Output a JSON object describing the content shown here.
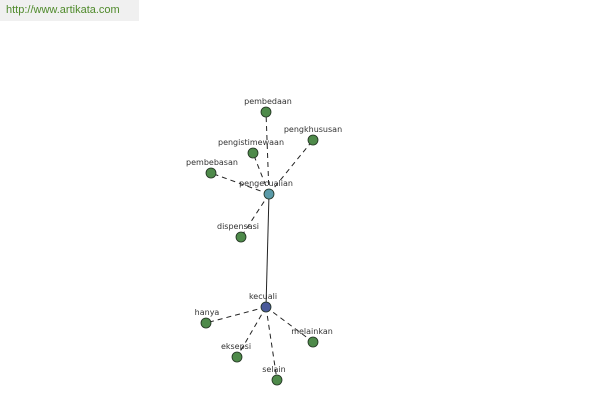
{
  "banner": {
    "url_text": "http://www.artikata.com"
  },
  "colors": {
    "leaf_fill": "#4e8a4a",
    "hub_primary_fill": "#4a5a9a",
    "hub_secondary_fill": "#5a9aa8",
    "node_stroke": "#1f2f1f",
    "edge": "#222222",
    "label": "#333333",
    "url_text": "#4f8a2b"
  },
  "graph": {
    "nodes": [
      {
        "id": "kecuali",
        "label": "kecuali",
        "kind": "hub-primary"
      },
      {
        "id": "pengecualian",
        "label": "pengecualian",
        "kind": "hub-secondary"
      },
      {
        "id": "pembedaan",
        "label": "pembedaan",
        "kind": "leaf"
      },
      {
        "id": "pengkhususan",
        "label": "pengkhususan",
        "kind": "leaf"
      },
      {
        "id": "pengistimewaan",
        "label": "pengistimewaan",
        "kind": "leaf"
      },
      {
        "id": "pembebasan",
        "label": "pembebasan",
        "kind": "leaf"
      },
      {
        "id": "dispensasi",
        "label": "dispensasi",
        "kind": "leaf"
      },
      {
        "id": "hanya",
        "label": "hanya",
        "kind": "leaf"
      },
      {
        "id": "melainkan",
        "label": "melainkan",
        "kind": "leaf"
      },
      {
        "id": "eksepsi",
        "label": "eksepsi",
        "kind": "leaf"
      },
      {
        "id": "selain",
        "label": "selain",
        "kind": "leaf"
      }
    ],
    "edges": [
      {
        "from": "kecuali",
        "to": "pengecualian",
        "style": "solid"
      },
      {
        "from": "pengecualian",
        "to": "pembedaan",
        "style": "dashed"
      },
      {
        "from": "pengecualian",
        "to": "pengkhususan",
        "style": "dashed"
      },
      {
        "from": "pengecualian",
        "to": "pengistimewaan",
        "style": "dashed"
      },
      {
        "from": "pengecualian",
        "to": "pembebasan",
        "style": "dashed"
      },
      {
        "from": "pengecualian",
        "to": "dispensasi",
        "style": "dashed"
      },
      {
        "from": "kecuali",
        "to": "hanya",
        "style": "dashed"
      },
      {
        "from": "kecuali",
        "to": "melainkan",
        "style": "dashed"
      },
      {
        "from": "kecuali",
        "to": "eksepsi",
        "style": "dashed"
      },
      {
        "from": "kecuali",
        "to": "selain",
        "style": "dashed"
      }
    ]
  }
}
